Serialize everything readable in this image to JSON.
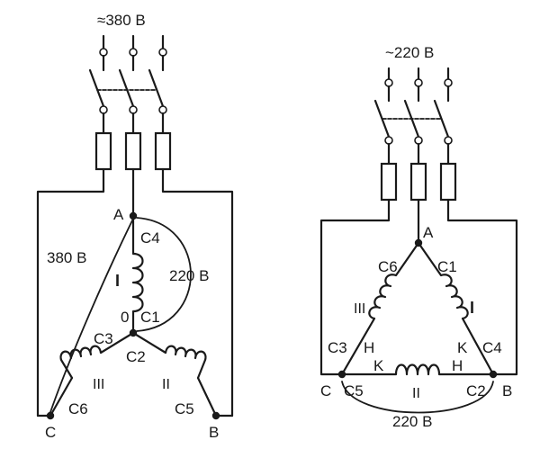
{
  "left": {
    "supply_label": "≈380 В",
    "node_A": "A",
    "node_B": "B",
    "node_C": "C",
    "node_zero": "0",
    "coil1_start": "C4",
    "coil1_end": "C1",
    "coil1_name": "I",
    "coil2_start": "C2",
    "coil2_end": "C5",
    "coil2_name": "II",
    "coil3_start": "C3",
    "coil3_end": "C6",
    "coil3_name": "III",
    "line_voltage": "380 В",
    "phase_voltage": "220 В"
  },
  "right": {
    "supply_label": "~220 В",
    "node_A": "A",
    "node_B": "B",
    "node_C": "C",
    "term_A_left": "C6",
    "term_A_right": "C1",
    "coil1_name": "I",
    "coil2_name": "II",
    "coil3_name": "III",
    "term_C_up": "C3",
    "term_C_right": "C5",
    "term_B_up": "C4",
    "term_B_left": "C2",
    "start_C": "H",
    "start_B": "H",
    "end_B": "K",
    "end_bottom_left": "K",
    "bottom_voltage": "220 В"
  }
}
